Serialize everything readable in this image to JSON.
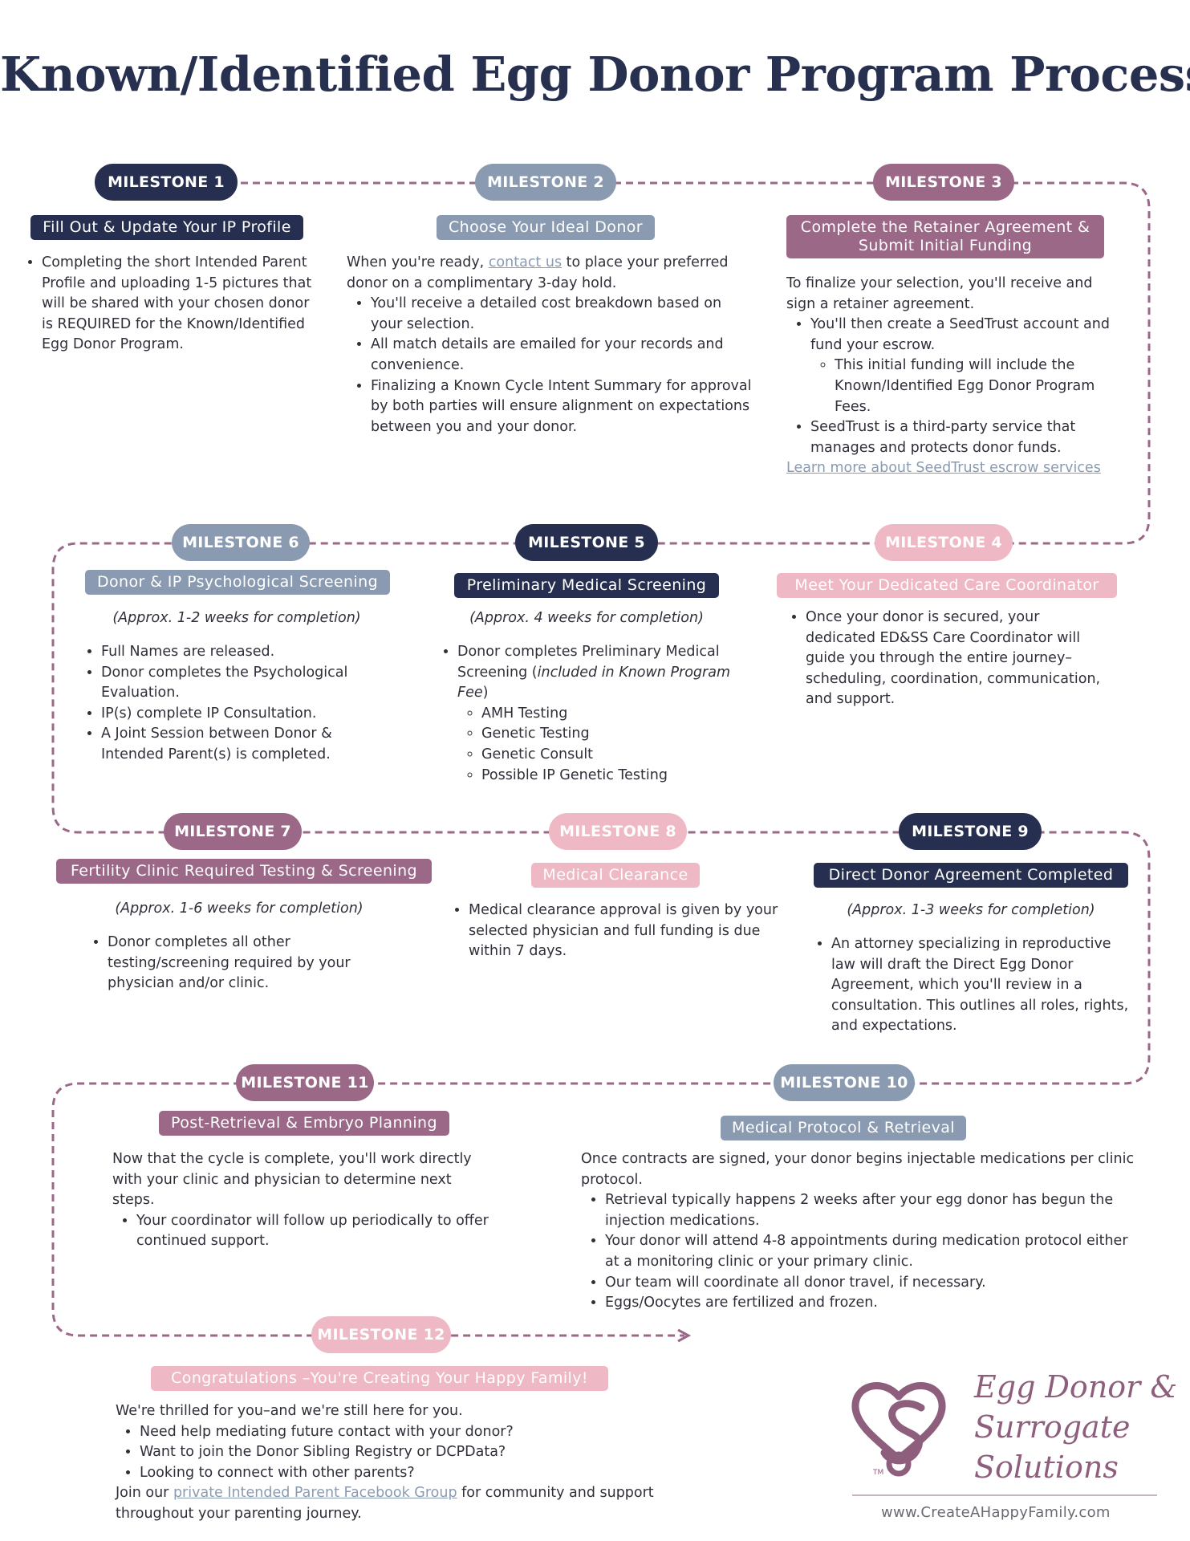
{
  "title": "Known/Identified Egg Donor Program Process",
  "colors": {
    "navy": "#272f50",
    "slate": "#8a9bb1",
    "mauve": "#9b6887",
    "pink": "#eeb9c4",
    "connector": "#9b6887"
  },
  "m1": {
    "label": "MILESTONE 1",
    "tag": "Fill Out & Update Your IP Profile",
    "bullets": [
      "Completing the short Intended Parent Profile and uploading 1-5 pictures that will be shared with your chosen donor is REQUIRED for the Known/Identified Egg Donor Program."
    ]
  },
  "m2": {
    "label": "MILESTONE 2",
    "tag": "Choose Your Ideal Donor",
    "intro_pre": "When you're ready, ",
    "intro_link": "contact us",
    "intro_post": " to place your preferred donor on a complimentary 3-day hold.",
    "bullets": [
      "You'll receive a detailed cost breakdown based on your selection.",
      "All match details are emailed for your records and convenience.",
      "Finalizing a Known Cycle Intent Summary for approval by both parties will ensure alignment on expectations between you and your donor."
    ]
  },
  "m3": {
    "label": "MILESTONE 3",
    "tag": "Complete the Retainer Agreement & Submit Initial Funding",
    "intro": "To finalize your selection, you'll receive and sign a retainer agreement.",
    "bullet1": "You'll then create a SeedTrust account and fund your escrow.",
    "sub1": "This initial funding will include the Known/Identified Egg Donor Program Fees.",
    "bullet2": "SeedTrust is a third-party service that manages and protects donor funds.",
    "link": "Learn more about SeedTrust escrow services"
  },
  "m4": {
    "label": "MILESTONE 4",
    "tag": "Meet Your Dedicated Care Coordinator",
    "bullets": [
      "Once your donor is secured, your dedicated ED&SS Care Coordinator will guide you through the entire journey–scheduling, coordination, communication, and support."
    ]
  },
  "m5": {
    "label": "MILESTONE 5",
    "tag": "Preliminary Medical Screening",
    "time": "(Approx. 4 weeks for completion)",
    "bullet_pre": "Donor completes Preliminary Medical Screening (",
    "bullet_em": "included in Known Program Fee",
    "bullet_post": ")",
    "subs": [
      "AMH Testing",
      "Genetic Testing",
      "Genetic Consult",
      "Possible IP Genetic Testing"
    ]
  },
  "m6": {
    "label": "MILESTONE 6",
    "tag": "Donor & IP Psychological Screening",
    "time": "(Approx. 1-2 weeks for completion)",
    "bullets": [
      "Full Names are released.",
      "Donor completes the Psychological Evaluation.",
      "IP(s) complete IP Consultation.",
      "A Joint Session between Donor & Intended Parent(s) is completed."
    ]
  },
  "m7": {
    "label": "MILESTONE 7",
    "tag": "Fertility Clinic Required Testing & Screening",
    "time": "(Approx. 1-6 weeks for completion)",
    "bullets": [
      "Donor completes all other testing/screening required by your physician and/or clinic."
    ]
  },
  "m8": {
    "label": "MILESTONE 8",
    "tag": "Medical Clearance",
    "bullets": [
      "Medical clearance approval is given by your selected physician and full funding is due within 7 days."
    ]
  },
  "m9": {
    "label": "MILESTONE 9",
    "tag": "Direct Donor Agreement Completed",
    "time": "(Approx. 1-3 weeks for completion)",
    "bullets": [
      "An attorney specializing in reproductive law will draft the Direct Egg Donor Agreement, which you'll review in a consultation. This outlines all roles, rights, and expectations."
    ]
  },
  "m10": {
    "label": "MILESTONE 10",
    "tag": "Medical Protocol & Retrieval",
    "intro": "Once contracts are signed, your donor begins injectable medications per clinic protocol.",
    "bullets": [
      "Retrieval typically happens 2 weeks after your egg donor has begun the injection medications.",
      "Your donor will attend 4-8 appointments during medication protocol either at a monitoring clinic or your primary clinic.",
      "Our team will coordinate all donor travel, if necessary.",
      "Eggs/Oocytes are fertilized and frozen."
    ]
  },
  "m11": {
    "label": "MILESTONE 11",
    "tag": "Post-Retrieval & Embryo Planning",
    "intro": "Now that the cycle is complete, you'll work directly with your clinic and physician to determine next steps.",
    "bullets": [
      "Your coordinator will follow up periodically to offer continued support."
    ]
  },
  "m12": {
    "label": "MILESTONE 12",
    "tag": "Congratulations –You're Creating Your Happy Family!",
    "intro": "We're thrilled for you–and we're still here for you.",
    "bullets": [
      "Need help mediating future contact with your donor?",
      "Want to join the Donor Sibling Registry or DCPData?",
      "Looking to connect with other parents?"
    ],
    "outro_pre": "Join our ",
    "outro_link": "private Intended Parent Facebook Group",
    "outro_post": " for community and support throughout your parenting journey."
  },
  "logo": {
    "line1": "Egg Donor &",
    "line2": "Surrogate",
    "line3": "Solutions",
    "tm": "TM",
    "url": "www.CreateAHappyFamily.com"
  }
}
